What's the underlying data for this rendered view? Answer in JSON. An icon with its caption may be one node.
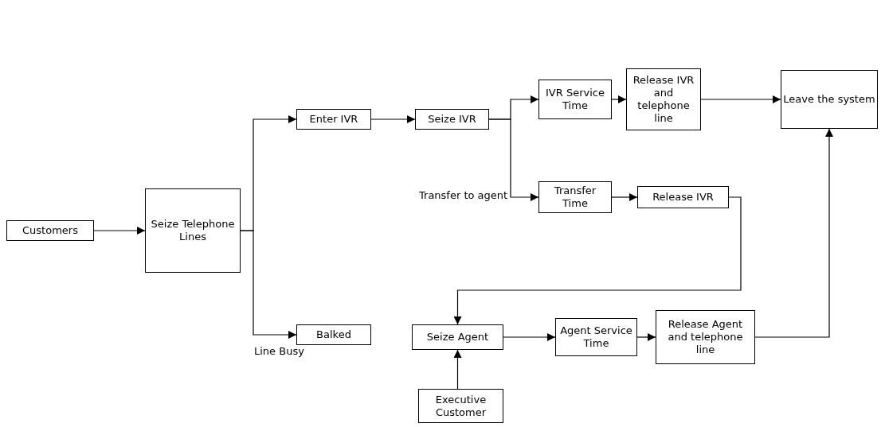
{
  "diagram": {
    "nodes": [
      {
        "text": [
          "Customers"
        ]
      },
      {
        "text": [
          "Seize Telephone Lines"
        ]
      },
      {
        "text": [
          "Enter IVR"
        ]
      },
      {
        "text": [
          "Seize IVR"
        ]
      },
      {
        "text": [
          "IVR Service Time"
        ]
      },
      {
        "text": [
          "Release IVR and telephone line"
        ]
      },
      {
        "text": [
          "Leave the system"
        ]
      },
      {
        "text": [
          "Transfer Time"
        ]
      },
      {
        "text": [
          "Release IVR"
        ]
      },
      {
        "text": [
          "Balked"
        ]
      },
      {
        "text": [
          "Seize Agent"
        ]
      },
      {
        "text": [
          "Agent Service Time"
        ]
      },
      {
        "text": [
          "Release Agent and telephone line"
        ]
      },
      {
        "text": [
          "Executive Customer"
        ]
      }
    ],
    "edges": [
      {
        "from": 0,
        "to": 1,
        "arrow": "to"
      },
      {
        "from": 1,
        "to": 2,
        "arrow": "to"
      },
      {
        "from": 1,
        "to": 9,
        "arrow": "to",
        "label": "Line Busy"
      },
      {
        "from": 2,
        "to": 3,
        "arrow": "to"
      },
      {
        "from": 3,
        "to": 4,
        "arrow": "to"
      },
      {
        "from": 3,
        "to": 7,
        "arrow": "to",
        "label": "Transfer to agent"
      },
      {
        "from": 4,
        "to": 5,
        "arrow": "to"
      },
      {
        "from": 5,
        "to": 6,
        "arrow": "to"
      },
      {
        "from": 7,
        "to": 8,
        "arrow": "to"
      },
      {
        "from": 8,
        "to": 10,
        "arrow": "to"
      },
      {
        "from": 10,
        "to": 11,
        "arrow": "to"
      },
      {
        "from": 11,
        "to": 12,
        "arrow": "to"
      },
      {
        "from": 12,
        "to": 6,
        "arrow": "to"
      },
      {
        "from": 13,
        "to": 10,
        "arrow": "to"
      }
    ]
  }
}
